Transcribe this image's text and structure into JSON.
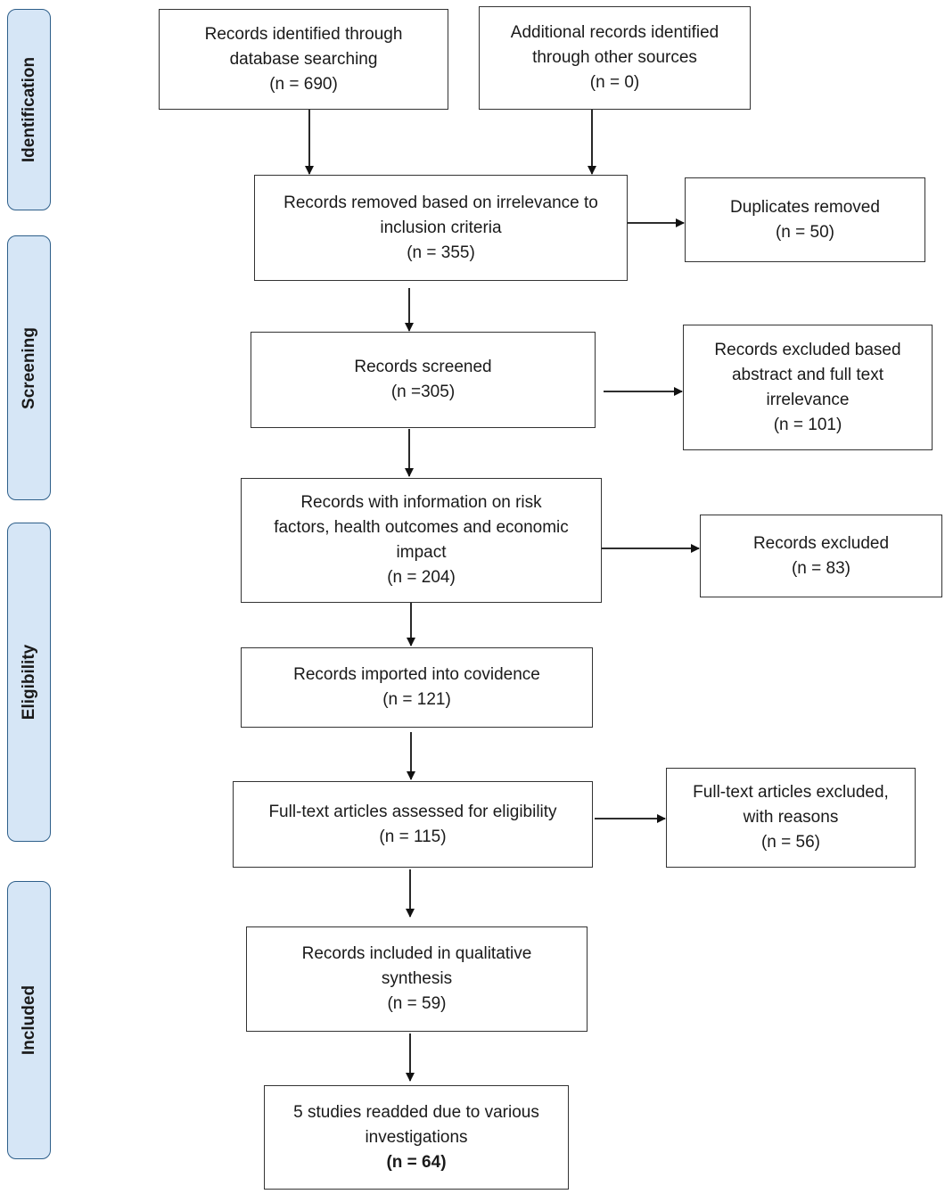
{
  "stages": {
    "identification": "Identification",
    "screening": "Screening",
    "eligibility": "Eligibility",
    "included": "Included"
  },
  "boxes": {
    "database_search": {
      "line1": "Records identified through",
      "line2": "database searching",
      "line3": "(n = 690)"
    },
    "other_sources": {
      "line1": "Additional records identified",
      "line2": "through other sources",
      "line3": "(n = 0)"
    },
    "irrelevance_removed": {
      "line1": "Records removed based on irrelevance to",
      "line2": "inclusion criteria",
      "line3": "(n = 355)"
    },
    "duplicates_removed": {
      "line1": "Duplicates removed",
      "line2": "(n = 50)"
    },
    "screened": {
      "line1": "Records screened",
      "line2": "(n =305)"
    },
    "excluded_abstract": {
      "line1": "Records excluded based",
      "line2": "abstract and full text",
      "line3": "irrelevance",
      "line4": "(n = 101)"
    },
    "with_information": {
      "line1": "Records with information on risk",
      "line2": "factors, health outcomes and economic",
      "line3": "impact",
      "line4": "(n = 204)"
    },
    "excluded": {
      "line1": "Records excluded",
      "line2": "(n = 83)"
    },
    "imported_covidence": {
      "line1": "Records imported into covidence",
      "line2": "(n =  121)"
    },
    "fulltext_assessed": {
      "line1": "Full-text articles assessed for eligibility",
      "line2": "(n = 115)"
    },
    "fulltext_excluded": {
      "line1": "Full-text articles excluded,",
      "line2": "with reasons",
      "line3": "(n = 56)"
    },
    "qualitative": {
      "line1": "Records included in qualitative",
      "line2": "synthesis",
      "line3": "(n =  59)"
    },
    "readded": {
      "line1": "5 studies readded due to various",
      "line2": "investigations",
      "line3": "(n =  64)"
    }
  }
}
